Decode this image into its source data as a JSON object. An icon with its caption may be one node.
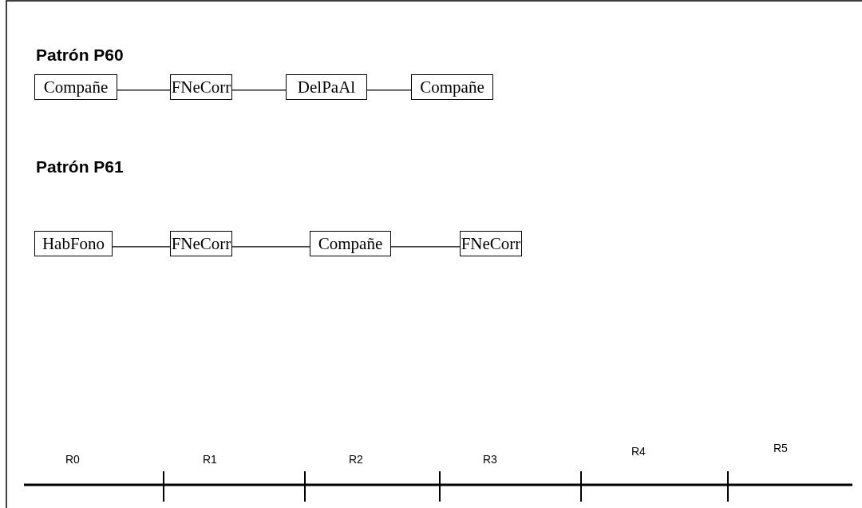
{
  "diagram": {
    "nodes": [
      {
        "text": [
          "Compañe"
        ]
      },
      {
        "text": [
          "FNeCorr"
        ]
      },
      {
        "text": [
          "DelPaAl"
        ]
      },
      {
        "text": [
          "Compañe"
        ]
      },
      {
        "text": [
          "HabFono"
        ]
      },
      {
        "text": [
          "FNeCorr"
        ]
      },
      {
        "text": [
          "Compañe"
        ]
      },
      {
        "text": [
          "FNeCorr"
        ]
      }
    ],
    "edges": [
      {
        "from": 0,
        "to": 1,
        "arrow": "none"
      },
      {
        "from": 1,
        "to": 2,
        "arrow": "none"
      },
      {
        "from": 2,
        "to": 3,
        "arrow": "none"
      },
      {
        "from": 4,
        "to": 5,
        "arrow": "none"
      },
      {
        "from": 5,
        "to": 6,
        "arrow": "none"
      },
      {
        "from": 6,
        "to": 7,
        "arrow": "none"
      }
    ],
    "labels": [
      "Patrón P60",
      "Patrón P61",
      "R0",
      "R1",
      "R2",
      "R3",
      "R4",
      "R5"
    ]
  }
}
